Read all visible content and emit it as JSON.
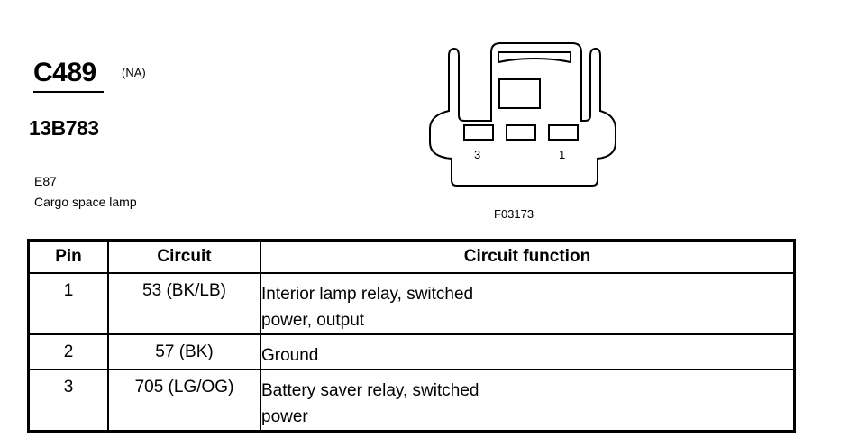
{
  "header": {
    "connector_id": "C489",
    "variant": "(NA)",
    "part_number": "13B783",
    "component_code": "E87",
    "component_name": "Cargo space lamp"
  },
  "diagram": {
    "pin_labels": [
      "3",
      "1"
    ],
    "figure_ref": "F03173"
  },
  "table": {
    "headers": [
      "Pin",
      "Circuit",
      "Circuit function"
    ],
    "rows": [
      {
        "pin": "1",
        "circuit": "53 (BK/LB)",
        "function_lines": [
          "Interior lamp relay, switched",
          "power, output"
        ]
      },
      {
        "pin": "2",
        "circuit": "57 (BK)",
        "function_lines": [
          "Ground"
        ]
      },
      {
        "pin": "3",
        "circuit": "705 (LG/OG)",
        "function_lines": [
          "Battery saver relay, switched",
          "power"
        ]
      }
    ]
  }
}
